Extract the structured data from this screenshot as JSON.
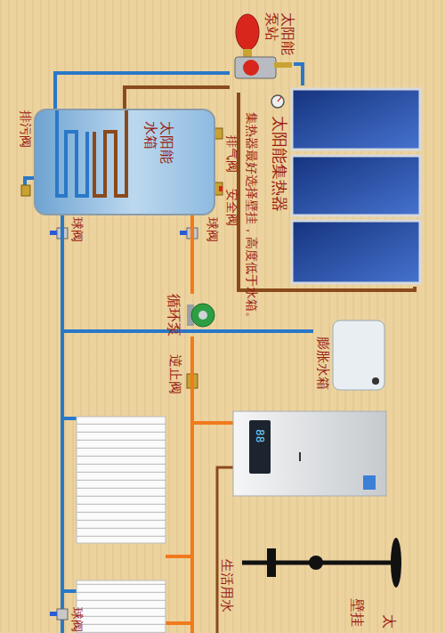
{
  "diagram": {
    "nodes": [
      {
        "text": [
          "太阳能 泵站"
        ]
      },
      {
        "text": [
          "太阳能集热器"
        ]
      },
      {
        "text": [
          "太阳能 水箱"
        ]
      },
      {
        "text": [
          "循环泵"
        ]
      },
      {
        "text": [
          "膨胀水箱"
        ]
      },
      {
        "text": [
          "88"
        ]
      }
    ],
    "edges": [
      {
        "from": 1,
        "to": 0,
        "arrow": "none"
      },
      {
        "from": 1,
        "to": 0,
        "arrow": "none"
      },
      {
        "from": 0,
        "to": 2,
        "arrow": "none"
      },
      {
        "from": 0,
        "to": 2,
        "arrow": "none"
      },
      {
        "from": 2,
        "to": 3,
        "arrow": "none"
      },
      {
        "from": 3,
        "to": 5,
        "arrow": "none"
      },
      {
        "from": 4,
        "to": 2,
        "arrow": "none"
      }
    ],
    "labels": [
      "集热器最好选择壁挂，高度低于水箱。",
      "排气阀",
      "安全阀",
      "球阀",
      "逆止阀",
      "排污阀",
      "球阀",
      "球阀",
      "生活用水",
      "壁挂",
      "太"
    ]
  }
}
